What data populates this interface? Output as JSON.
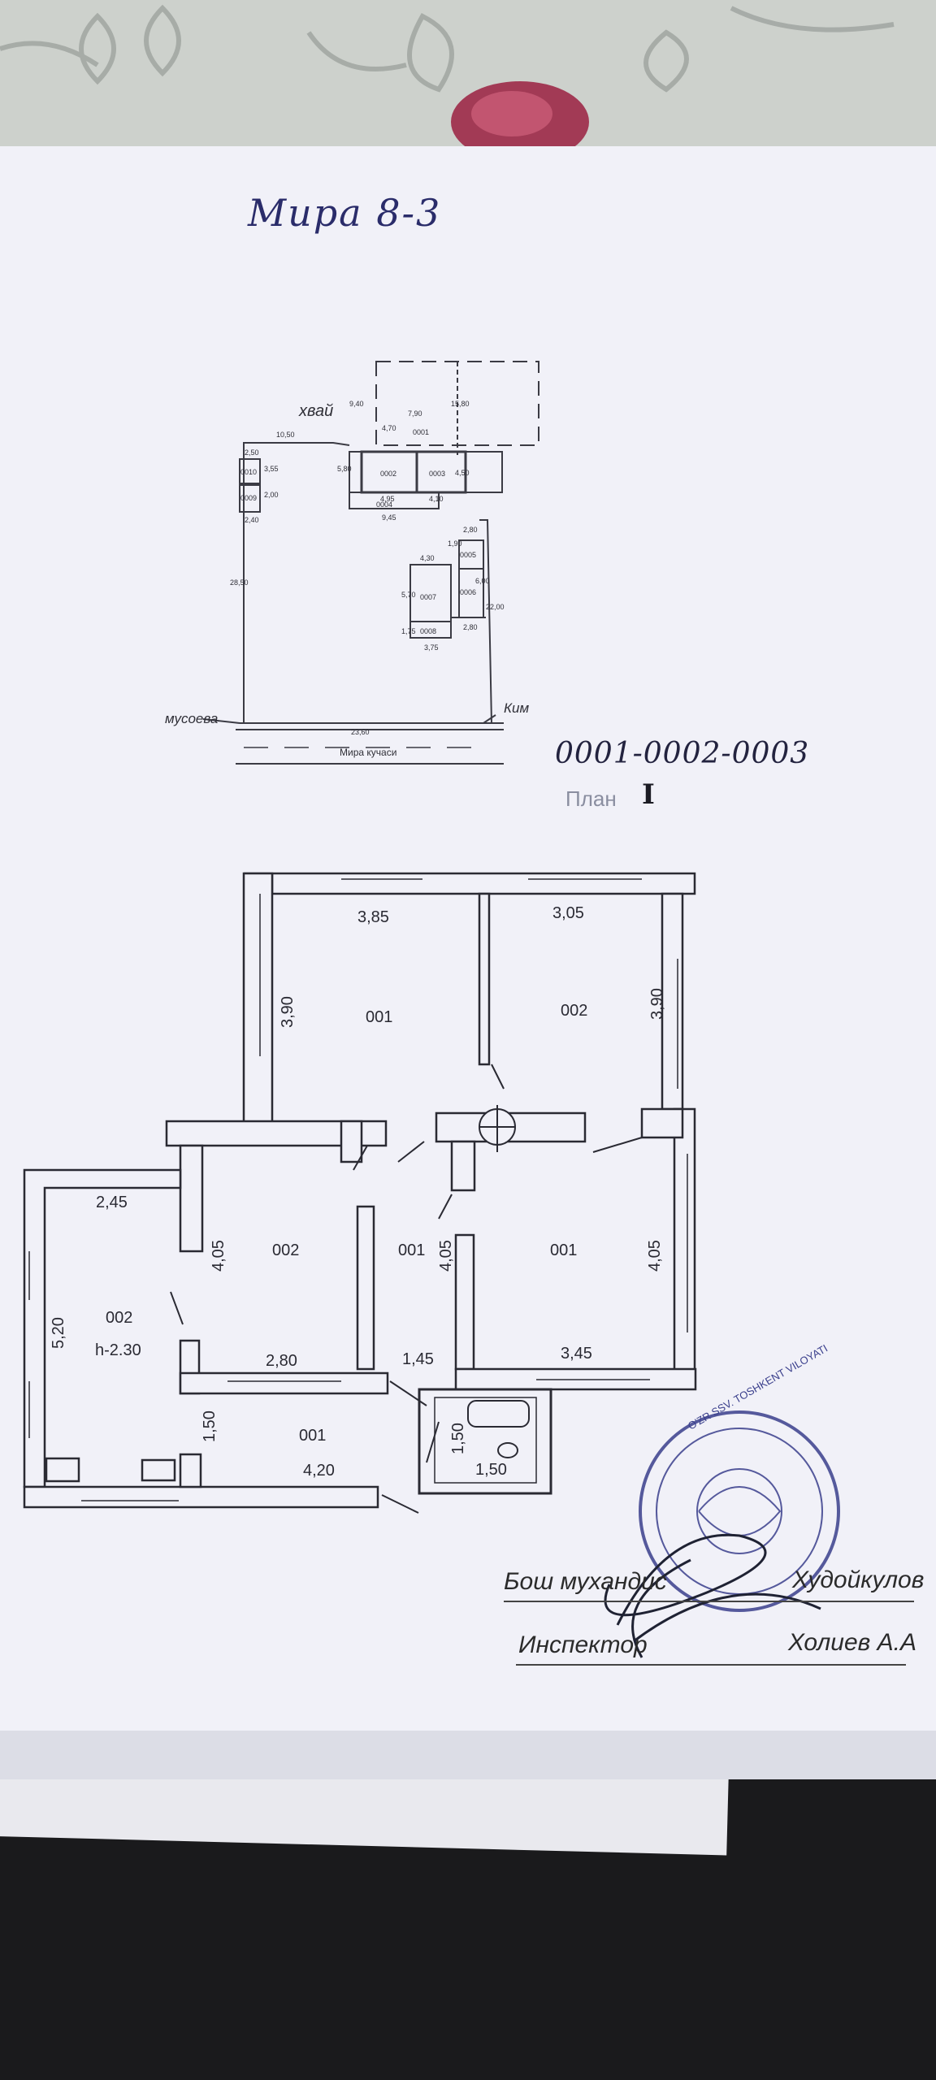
{
  "document": {
    "handwritten_address": "Мира   8-3",
    "handwritten_code": "0001-0002-0003",
    "plan_label": "План",
    "plan_level": "I"
  },
  "site_plan": {
    "labels": {
      "north_side": "хвай",
      "left_bottom": "мусоева",
      "right_bottom": "Ким",
      "street": "Мира кучаси"
    },
    "dimensions": [
      "10,50",
      "2,50",
      "3,55",
      "2,00",
      "2,40",
      "28,50",
      "5,80",
      "4,95",
      "4,10",
      "4,50",
      "9,45",
      "7,90",
      "15,80",
      "4,70",
      "9,40",
      "2,80",
      "1,90",
      "4,30",
      "6,00",
      "5,70",
      "1,75",
      "2,80",
      "3,75",
      "22,00",
      "23,60"
    ],
    "buildings": [
      "0001",
      "0002",
      "0003",
      "0004",
      "0005",
      "0006",
      "0007",
      "0008",
      "0009",
      "0010"
    ]
  },
  "floor_plan": {
    "dimensions": [
      "3,85",
      "3,05",
      "3,90",
      "3,90",
      "2,45",
      "4,05",
      "4,05",
      "4,05",
      "5,20",
      "2,80",
      "1,45",
      "3,45",
      "1,50",
      "1,50",
      "1,50",
      "4,20"
    ],
    "rooms": [
      {
        "code": "001"
      },
      {
        "code": "002"
      },
      {
        "code": "002"
      },
      {
        "code": "001"
      },
      {
        "code": "001"
      },
      {
        "code": "002",
        "note": "h-2.30"
      },
      {
        "code": "001"
      }
    ]
  },
  "signatures": {
    "chief_engineer_title": "Бош мухандис",
    "chief_engineer_name": "Худойкулов",
    "inspector_title": "Инспектор",
    "inspector_name": "Холиев А.А"
  },
  "stamp": {
    "text": "O'ZR SSV. TOSHKENT VILOYATI"
  },
  "colors": {
    "paper": "#f1f1f8",
    "ink": "#2a2a33",
    "stamp_ink": "#3a3f8c",
    "background_dark": "#1a1a1c"
  }
}
